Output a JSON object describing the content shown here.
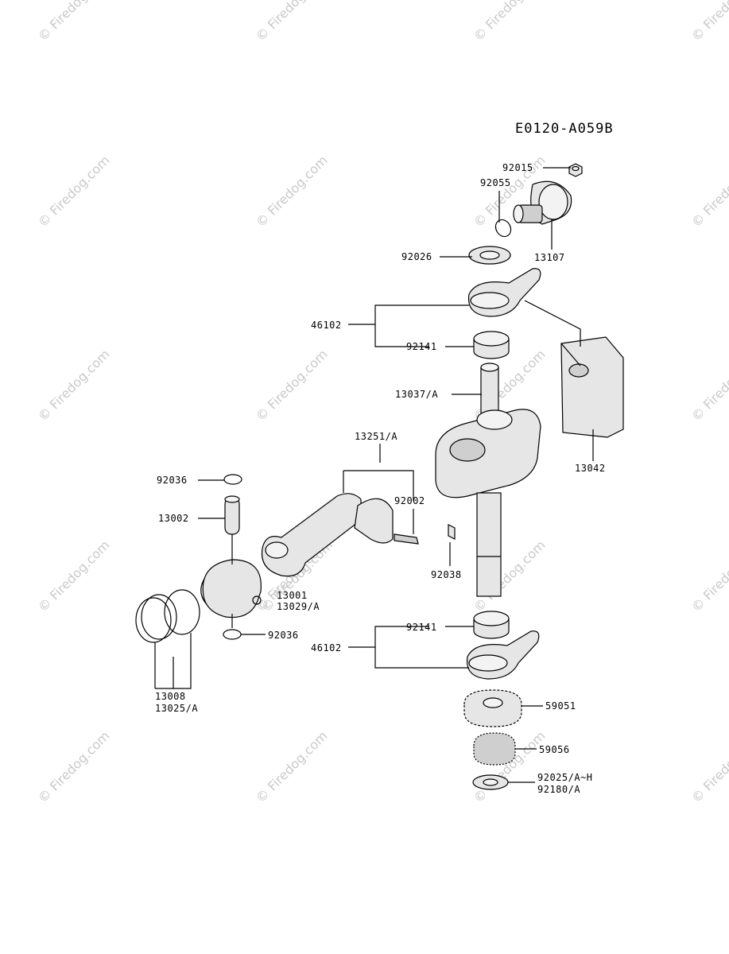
{
  "diagram_code": "E0120-A059B",
  "watermark": "Firedog.com",
  "parts": {
    "p92015": "92015",
    "p92055": "92055",
    "p92026": "92026",
    "p13107": "13107",
    "p46102_top": "46102",
    "p92141_top": "92141",
    "p13037": "13037/A",
    "p13042": "13042",
    "p13251": "13251/A",
    "p92036_top": "92036",
    "p92002": "92002",
    "p13002": "13002",
    "p92038": "92038",
    "p13001": "13001",
    "p13029": "13029/A",
    "p92036_bot": "92036",
    "p92141_bot": "92141",
    "p46102_bot": "46102",
    "p13008": "13008",
    "p13025": "13025/A",
    "p59051": "59051",
    "p59056": "59056",
    "p92025": "92025/A~H",
    "p92180": "92180/A"
  },
  "icons": [
    "copyright-icon"
  ]
}
